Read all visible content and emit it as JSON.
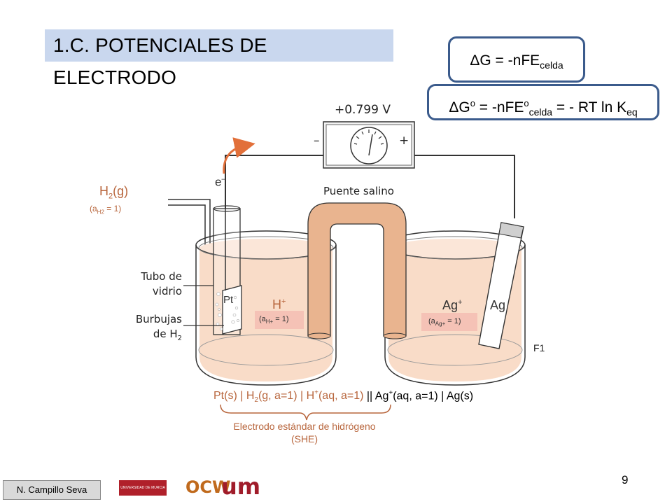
{
  "title": "1.C. POTENCIALES DE ELECTRODO",
  "equation1": {
    "lhs": "ΔG = -nFE",
    "sub": "celda"
  },
  "equation2": {
    "part1": "ΔG",
    "sup1": "o",
    "part2": " = -nFE",
    "sup2": "o",
    "sub2": "celda",
    "part3": " = - RT ln K",
    "sub3": "eq"
  },
  "voltmeter": {
    "reading": "+0.799 V",
    "minus": "–",
    "plus": "+"
  },
  "electron": {
    "label": "e",
    "sup": "–"
  },
  "labels": {
    "h2_gas": "H",
    "h2_gas_sub": "2",
    "h2_gas_state": "(g)",
    "h2_activity": "(a",
    "h2_activity_sub": "H2",
    "h2_activity_end": " = 1)",
    "salt_bridge": "Puente salino",
    "glass_tube_line1": "Tubo de",
    "glass_tube_line2": "vidrio",
    "bubbles_line1": "Burbujas",
    "bubbles_line2": "de H",
    "bubbles_sub": "2",
    "pt": "Pt",
    "h_plus": "H",
    "h_plus_sup": "+",
    "h_activity": "(a",
    "h_activity_sub": "H+",
    "h_activity_end": " = 1)",
    "ag_plus": "Ag",
    "ag_plus_sup": "+",
    "ag_activity": "(a",
    "ag_activity_sub": "Ag+",
    "ag_activity_end": " = 1)",
    "ag": "Ag",
    "figure_ref": "F1"
  },
  "cell_notation": {
    "s1": "Pt(s) | H",
    "s1sub": "2",
    "s2": "(g, a=1) | H",
    "s2sup": "+",
    "s3": "(aq, a=1)",
    "s4": " || Ag",
    "s4sup": "+",
    "s5": "(aq, a=1) | Ag(s)"
  },
  "she_label_line1": "Electrodo estándar de hidrógeno",
  "she_label_line2": "(SHE)",
  "footer": {
    "author": "N. Campillo Seva",
    "logo1": "UNIVERSIDAD DE MURCIA",
    "logo2": "OCW",
    "logo3": "um",
    "page": "9"
  },
  "colors": {
    "title_bg": "#c9d7ee",
    "box_border": "#3b5b8c",
    "solution": "#f9dcc8",
    "bridge": "#e9b48f",
    "accent_orange": "#b8663d",
    "arrow_orange": "#e2703a"
  }
}
